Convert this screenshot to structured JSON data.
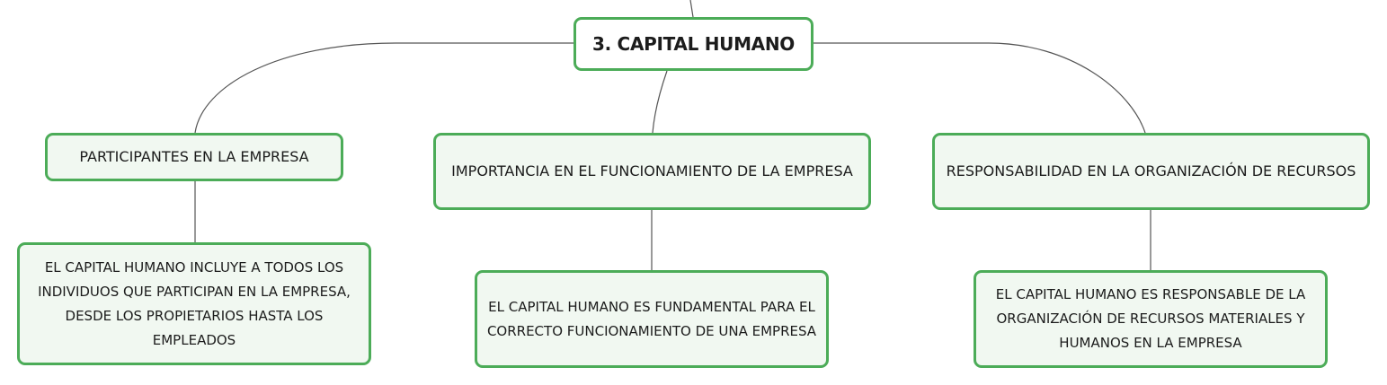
{
  "central_topic": {
    "label": "3. CAPITAL HUMANO"
  },
  "branches": [
    {
      "label": "PARTICIPANTES EN LA EMPRESA",
      "detail": "EL CAPITAL HUMANO INCLUYE A TODOS LOS INDIVIDUOS QUE PARTICIPAN EN LA EMPRESA, DESDE LOS PROPIETARIOS HASTA LOS EMPLEADOS"
    },
    {
      "label": "IMPORTANCIA EN EL FUNCIONAMIENTO DE LA EMPRESA",
      "detail": "EL CAPITAL HUMANO ES FUNDAMENTAL PARA EL CORRECTO FUNCIONAMIENTO DE UNA EMPRESA"
    },
    {
      "label": "RESPONSABILIDAD EN LA ORGANIZACIÓN DE RECURSOS",
      "detail": "EL CAPITAL HUMANO ES RESPONSABLE DE LA ORGANIZACIÓN DE RECURSOS MATERIALES Y HUMANOS EN LA EMPRESA"
    }
  ],
  "colors": {
    "node_border": "#4cac58",
    "node_fill": "#f1f8f1",
    "central_fill": "#ffffff",
    "connector": "#555555",
    "text": "#1c1c1c"
  }
}
